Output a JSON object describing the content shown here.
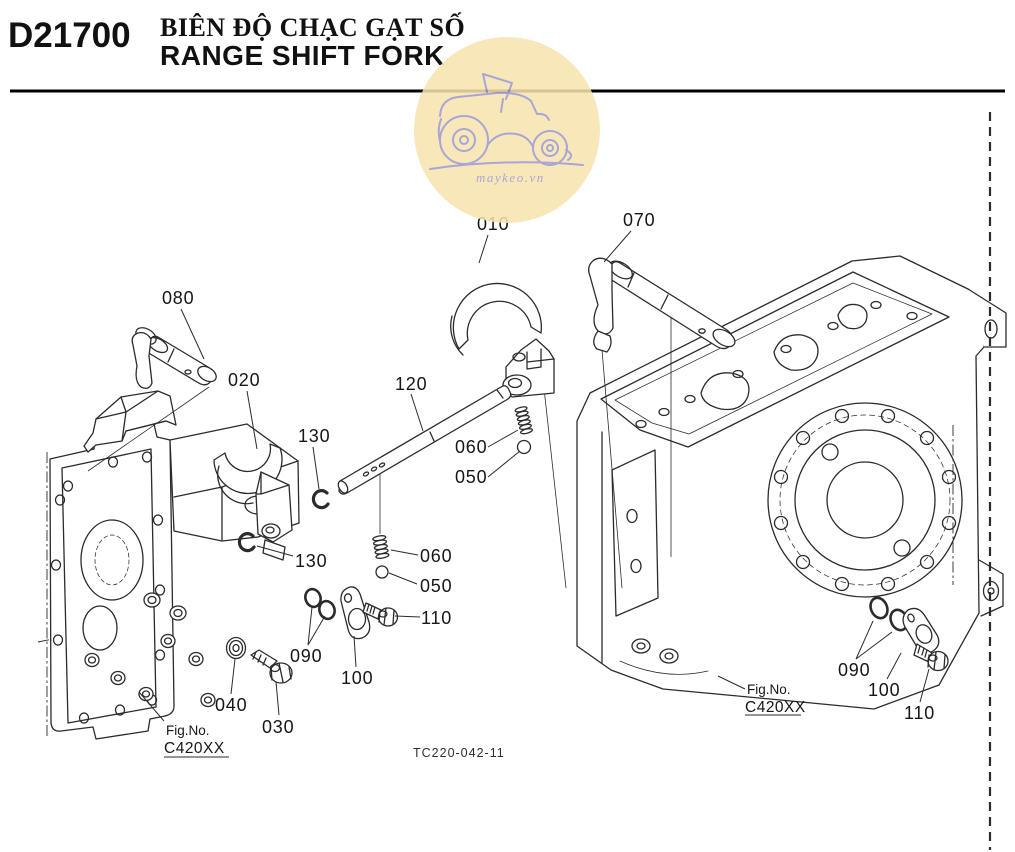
{
  "header": {
    "code": "D21700",
    "title_vi": "BIÊN ĐỘ CHẠC GẠT SỐ",
    "title_en": "RANGE SHIFT FORK"
  },
  "callouts": {
    "c010": "010",
    "c020": "020",
    "c030": "030",
    "c040": "040",
    "c050": "050",
    "c060": "060",
    "c070": "070",
    "c080": "080",
    "c090": "090",
    "c100": "100",
    "c110": "110",
    "c120": "120",
    "c130": "130"
  },
  "fig_reference": {
    "label": "Fig.No.",
    "value": "C420XX"
  },
  "drawing_number": "TC220-042-11",
  "watermark": {
    "text": "maykeo.vn",
    "circle_color": "#f8e5ae",
    "art_color": "#9b97d0"
  },
  "colors": {
    "line": "#2b2b2b",
    "label_text": "#161616",
    "background": "#ffffff"
  }
}
